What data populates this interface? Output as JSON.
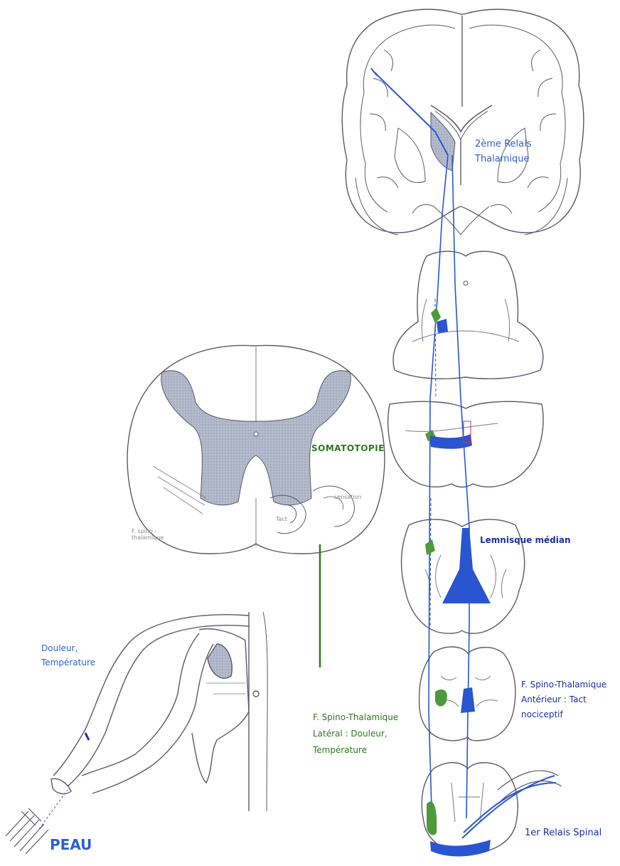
{
  "labels": {
    "thalamic_relay": [
      "2ème Relais",
      "Thalamique"
    ],
    "somatotopie": "SOMATOTOPIE",
    "lemnisque": "Lemnisque médian",
    "spino_thalamique_anterieur": [
      "F. Spino-Thalamique",
      "Antérieur : Tact",
      "nociceptif"
    ],
    "spino_thalamique_lateral": [
      "F. Spino-Thalamique",
      "Latéral : Douleur,",
      "Température"
    ],
    "douleur_temperature": [
      "Douleur,",
      "Température"
    ],
    "peau": "PEAU",
    "spinal_relay": "1er Relais Spinal",
    "tiny_spino": [
      "F. spino -",
      "thalamique"
    ],
    "tiny_tact": "Tact",
    "tiny_sensation": "sensation"
  },
  "colors": {
    "outline": "#5a5a6a",
    "tract_blue": "#2a55d0",
    "tract_green": "#4e9a3a",
    "grey_matter": "#a9b1c4"
  }
}
